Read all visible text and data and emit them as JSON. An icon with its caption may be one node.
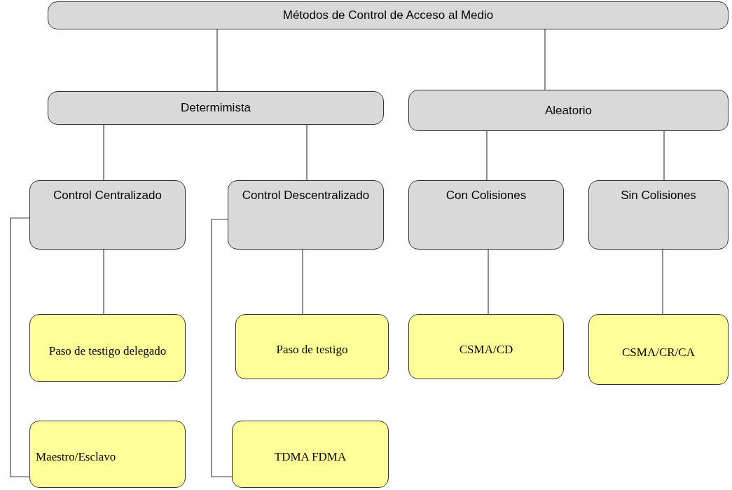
{
  "diagram": {
    "nodes": [
      {
        "text": [
          "Métodos de Control de Acceso al Medio"
        ]
      },
      {
        "text": [
          "Determimista"
        ]
      },
      {
        "text": [
          "Aleatorio"
        ]
      },
      {
        "text": [
          "Control Centralizado"
        ]
      },
      {
        "text": [
          "Control Descentralizado"
        ]
      },
      {
        "text": [
          "Con Colisiones"
        ]
      },
      {
        "text": [
          "Sin Colisiones"
        ]
      },
      {
        "text": [
          "Paso de testigo delegado"
        ]
      },
      {
        "text": [
          "Paso de testigo"
        ]
      },
      {
        "text": [
          "CSMA/CD"
        ]
      },
      {
        "text": [
          "CSMA/CR/CA"
        ]
      },
      {
        "text": [
          "Maestro/Esclavo"
        ]
      },
      {
        "text": [
          "TDMA FDMA"
        ]
      }
    ],
    "edges": [
      {
        "from": 0,
        "to": 1,
        "arrow": "none"
      },
      {
        "from": 0,
        "to": 2,
        "arrow": "none"
      },
      {
        "from": 1,
        "to": 3,
        "arrow": "none"
      },
      {
        "from": 1,
        "to": 4,
        "arrow": "none"
      },
      {
        "from": 2,
        "to": 5,
        "arrow": "none"
      },
      {
        "from": 2,
        "to": 6,
        "arrow": "none"
      },
      {
        "from": 3,
        "to": 7,
        "arrow": "none"
      },
      {
        "from": 4,
        "to": 8,
        "arrow": "none"
      },
      {
        "from": 5,
        "to": 9,
        "arrow": "none"
      },
      {
        "from": 6,
        "to": 10,
        "arrow": "none"
      },
      {
        "from": 3,
        "to": 11,
        "arrow": "none"
      },
      {
        "from": 4,
        "to": 12,
        "arrow": "none"
      }
    ]
  }
}
